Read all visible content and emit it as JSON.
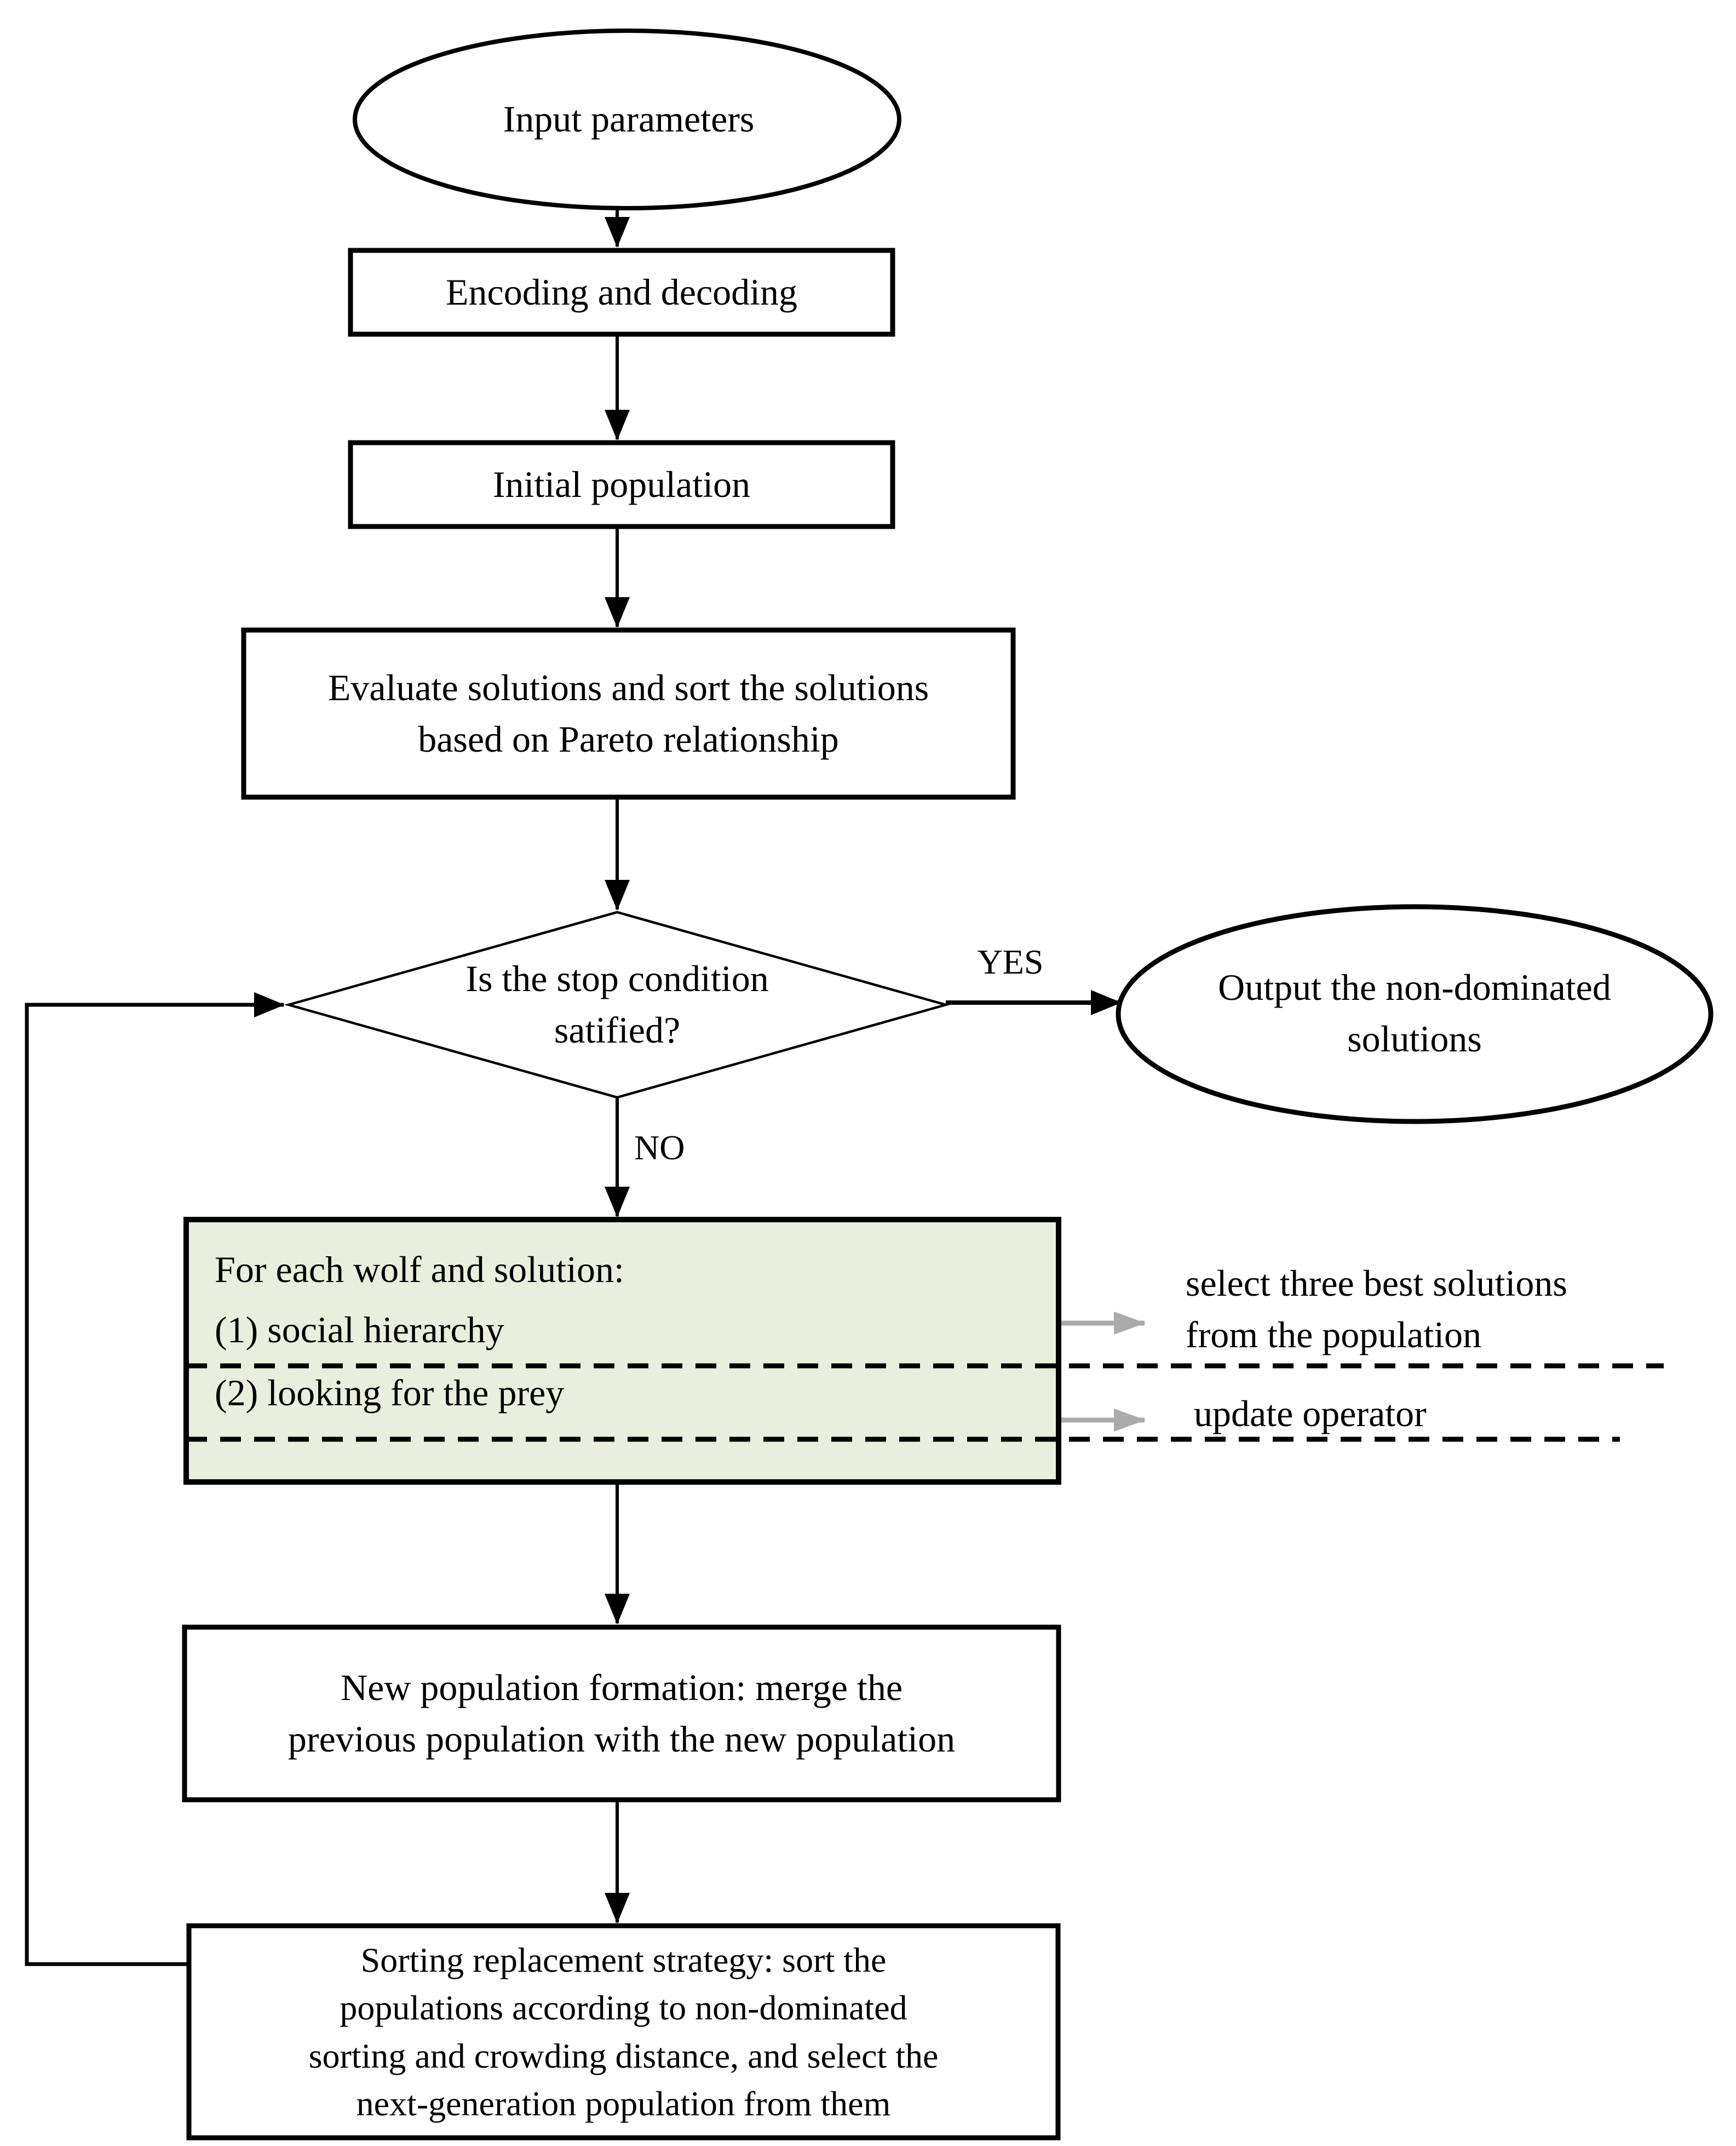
{
  "title": "Algorithm flowchart",
  "colors": {
    "line": "#000000",
    "wolf_box_fill": "#e9efdd",
    "gray_arrow": "#ababab",
    "background": "#ffffff"
  },
  "nodes": {
    "input": {
      "shape": "ellipse",
      "label": "Input parameters"
    },
    "encoding": {
      "shape": "rect",
      "label": "Encoding and decoding"
    },
    "initial": {
      "shape": "rect",
      "label": "Initial population"
    },
    "evaluate": {
      "shape": "rect",
      "label": "Evaluate solutions and sort the solutions\nbased on Pareto relationship"
    },
    "decision": {
      "shape": "diamond",
      "label": "Is the stop condition\nsatified?"
    },
    "output": {
      "shape": "ellipse",
      "label": "Output the non-dominated\nsolutions"
    },
    "wolf": {
      "shape": "rect",
      "intro": "For each wolf and solution:",
      "step1": "(1) social hierarchy",
      "step2": "(2) looking for the prey"
    },
    "newpop": {
      "shape": "rect",
      "label": "New population formation: merge the\nprevious population with the new population"
    },
    "sorting": {
      "shape": "rect",
      "label": "Sorting replacement strategy: sort the\npopulations according to non-dominated\nsorting and crowding distance, and select the\nnext-generation population from them"
    }
  },
  "edges": {
    "yes_label": "YES",
    "no_label": "NO"
  },
  "annotations": {
    "select_best": "select three best solutions\nfrom the population",
    "update_operator": "update operator"
  }
}
